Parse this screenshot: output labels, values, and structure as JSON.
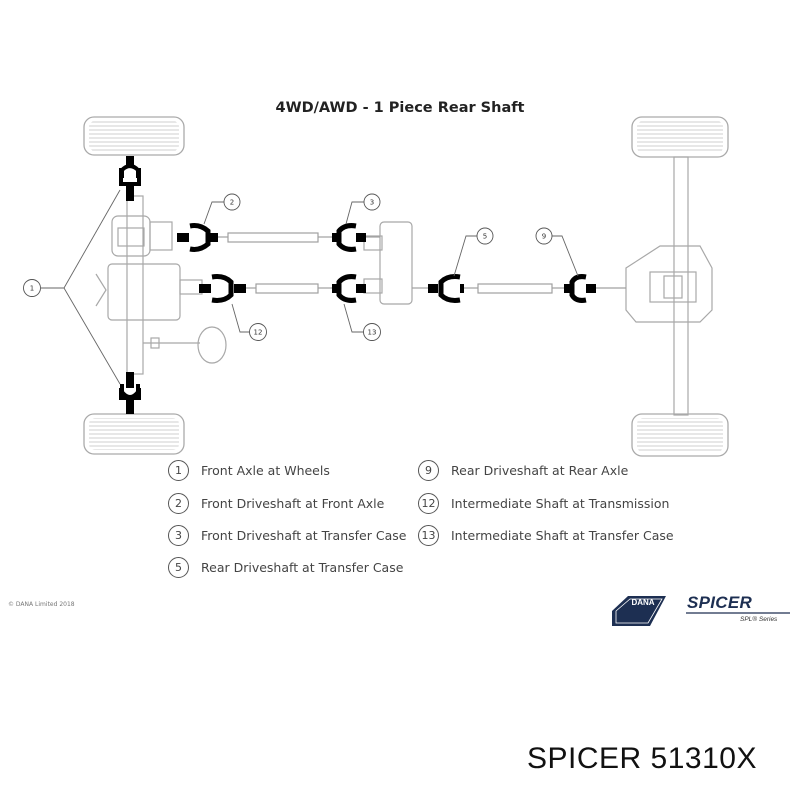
{
  "title": "4WD/AWD - 1 Piece Rear Shaft",
  "callouts": [
    "1",
    "2",
    "3",
    "5",
    "9",
    "12",
    "13"
  ],
  "legend": {
    "left": [
      {
        "num": "1",
        "text": "Front Axle at Wheels"
      },
      {
        "num": "2",
        "text": "Front Driveshaft at Front Axle"
      },
      {
        "num": "3",
        "text": "Front Driveshaft at Transfer Case"
      },
      {
        "num": "5",
        "text": "Rear Driveshaft at Transfer Case"
      }
    ],
    "right": [
      {
        "num": "9",
        "text": "Rear Driveshaft at Rear Axle"
      },
      {
        "num": "12",
        "text": "Intermediate Shaft at Transmission"
      },
      {
        "num": "13",
        "text": "Intermediate Shaft at Transfer Case"
      }
    ]
  },
  "copyright": "DANA Limited 2018",
  "brand": {
    "dana": "DANA",
    "spicer": "SPICER",
    "series": "SPL® Series",
    "primary_color": "#1d2f52"
  },
  "part_number": "SPICER 51310X"
}
